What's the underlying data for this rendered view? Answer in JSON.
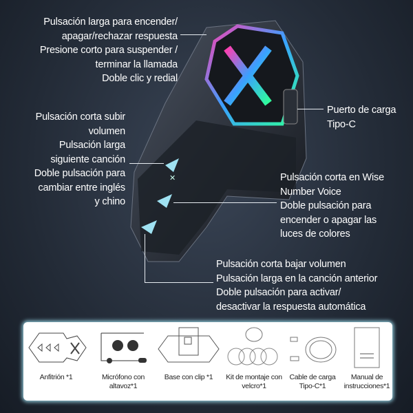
{
  "callouts": {
    "power": [
      "Pulsación larga para encender/",
      "apagar/rechazar respuesta",
      "Presione corto para suspender /",
      "terminar la llamada",
      "Doble clic y redial"
    ],
    "volume_up": [
      "Pulsación corta subir",
      "volumen",
      "Pulsación larga",
      "siguiente canción",
      "Doble pulsación para",
      "cambiar entre inglés",
      "y chino"
    ],
    "charging": [
      "Puerto de carga",
      "Tipo-C"
    ],
    "middle": [
      "Pulsación corta en Wise",
      "Number Voice",
      "Doble pulsación para",
      "encender o apagar las",
      "luces de colores"
    ],
    "volume_down": [
      "Pulsación corta bajar volumen",
      "Pulsación larga en la canción anterior",
      "Doble pulsación para activar/",
      "desactivar la respuesta automática"
    ]
  },
  "package": [
    {
      "label": "Anfitrión *1",
      "icon": "host-device-icon"
    },
    {
      "label": "Micrófono con altavoz*1",
      "icon": "microphone-speaker-icon"
    },
    {
      "label": "Base con clip *1",
      "icon": "clip-base-icon"
    },
    {
      "label": "Kit de montaje con velcro*1",
      "icon": "velcro-kit-icon"
    },
    {
      "label": "Cable de carga Tipo-C*1",
      "icon": "usb-c-cable-icon"
    },
    {
      "label": "Manual de instrucciones*1",
      "icon": "manual-icon"
    }
  ],
  "colors": {
    "accent": "#8fc8d8",
    "background": "#232b37"
  }
}
